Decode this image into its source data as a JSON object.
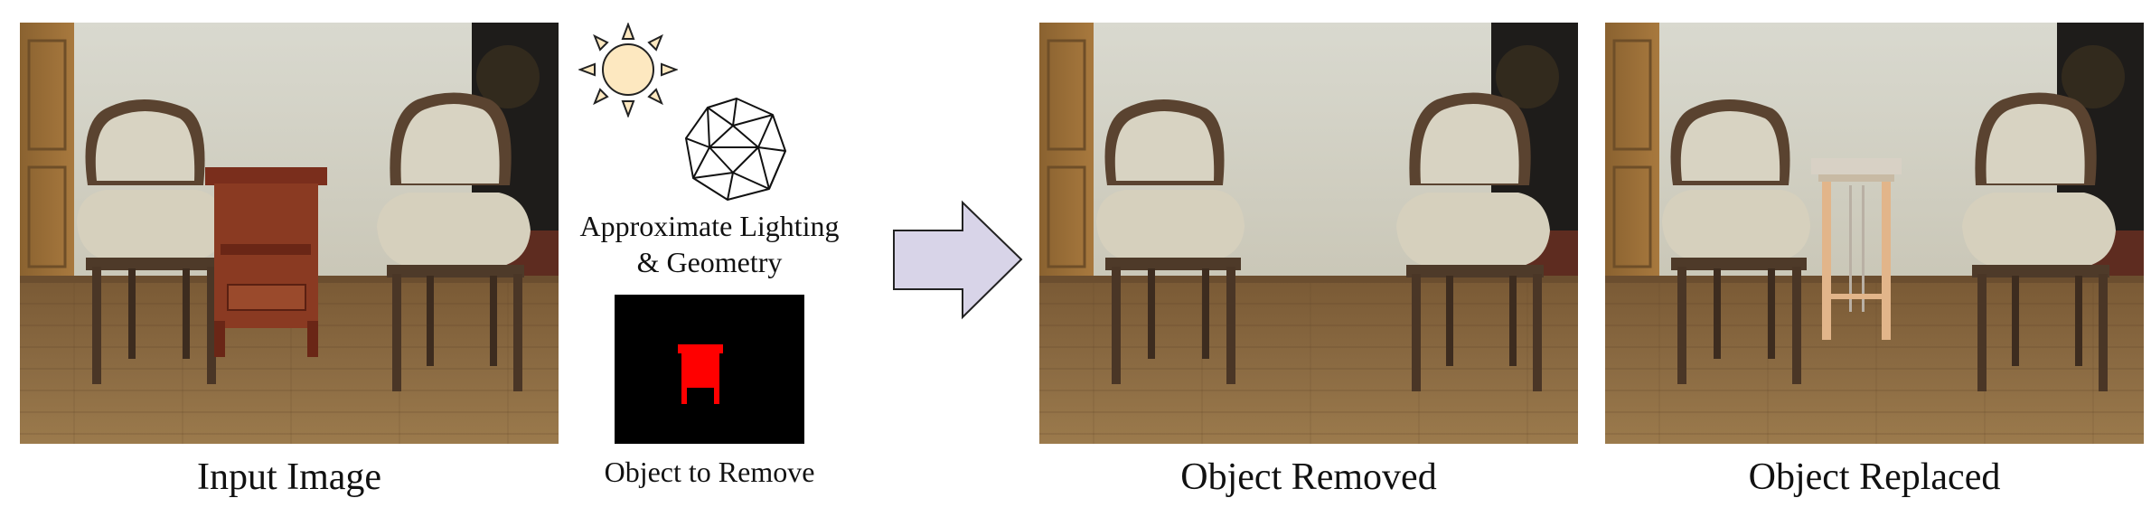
{
  "figure": {
    "panels": [
      {
        "id": "input",
        "caption": "Input Image"
      },
      {
        "id": "removed",
        "caption": "Object Removed"
      },
      {
        "id": "replaced",
        "caption": "Object Replaced"
      }
    ],
    "middle": {
      "lighting_geometry_line1": "Approximate Lighting",
      "lighting_geometry_line2": "& Geometry",
      "mask_caption": "Object to Remove"
    },
    "colors": {
      "arrow_fill": "#d8d4e8",
      "mask_object": "#ff0000",
      "sun_fill": "#fde8c0"
    },
    "icons": [
      "sun-icon",
      "geodesic-sphere-icon",
      "right-arrow-icon"
    ]
  }
}
